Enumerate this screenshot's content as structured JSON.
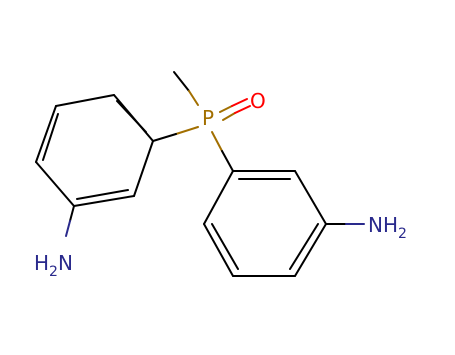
{
  "molecule": {
    "atoms": {
      "phosphorus": "P",
      "oxygen": "O",
      "amine_left": {
        "main": "H",
        "sub": "2",
        "tail": "N"
      },
      "amine_right": {
        "main": "NH",
        "sub": "2"
      }
    },
    "colors": {
      "bond": "#000000",
      "phosphorus": "#a26f00",
      "oxygen": "#ff0000",
      "nitrogen": "#2a2a8c"
    }
  }
}
